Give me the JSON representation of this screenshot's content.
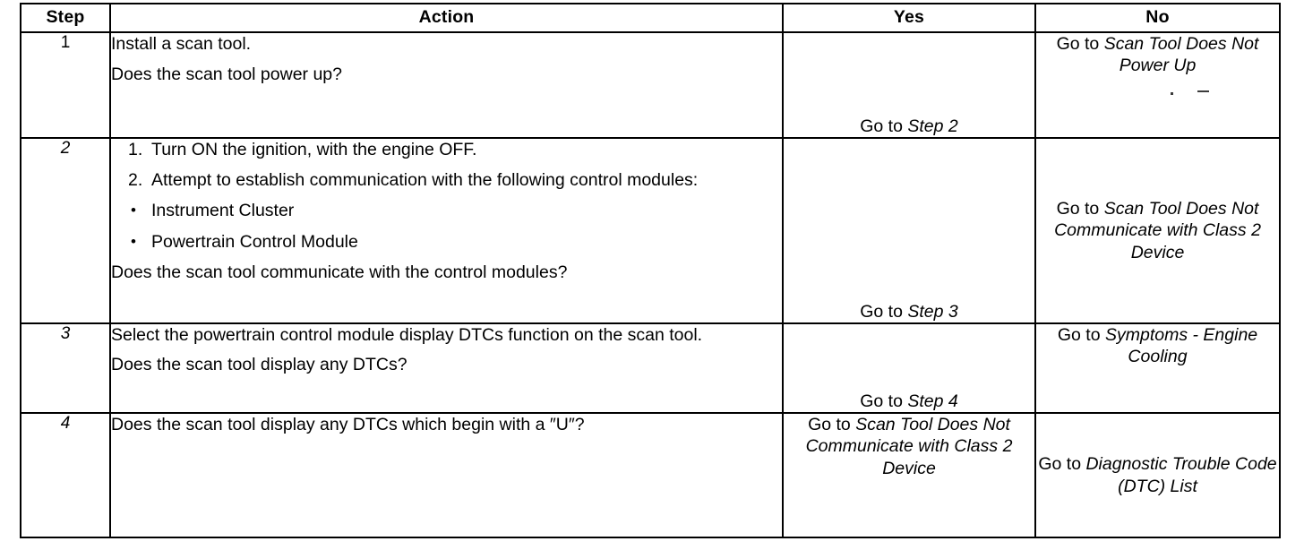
{
  "table": {
    "columns": [
      {
        "key": "step",
        "label": "Step"
      },
      {
        "key": "action",
        "label": "Action"
      },
      {
        "key": "yes",
        "label": "Yes"
      },
      {
        "key": "no",
        "label": "No"
      }
    ],
    "rows": [
      {
        "step": "1",
        "action_lines": [
          "Install a scan tool.",
          "Does the scan tool power up?"
        ],
        "yes": {
          "prefix": "Go to ",
          "ref": "Step 2"
        },
        "no": {
          "prefix": "Go to ",
          "ref": "Scan Tool Does Not Power Up"
        }
      },
      {
        "step": "2",
        "numbered": [
          {
            "marker": "1.",
            "text": "Turn ON the ignition, with the engine OFF."
          },
          {
            "marker": "2.",
            "text": "Attempt to establish communication with the following control modules:"
          }
        ],
        "bullets": [
          "Instrument Cluster",
          "Powertrain Control Module"
        ],
        "action_lines": [
          "Does the scan tool communicate with the control modules?"
        ],
        "yes": {
          "prefix": "Go to ",
          "ref": "Step 3"
        },
        "no": {
          "prefix": "Go to ",
          "ref": "Scan Tool Does Not Communicate with Class 2 Device"
        }
      },
      {
        "step": "3",
        "action_lines": [
          "Select the powertrain control module display DTCs function on the scan tool.",
          "Does the scan tool display any DTCs?"
        ],
        "yes": {
          "prefix": "Go to ",
          "ref": "Step 4"
        },
        "no": {
          "prefix": "Go to ",
          "ref": "Symptoms - Engine Cooling"
        }
      },
      {
        "step": "4",
        "action_lines": [
          "Does the scan tool display any DTCs which begin with a ″U″?"
        ],
        "yes": {
          "prefix": "Go to ",
          "ref": "Scan Tool Does Not Communicate with Class 2 Device"
        },
        "no": {
          "prefix": "Go to ",
          "ref": "Diagnostic Trouble Code (DTC) List"
        }
      }
    ]
  },
  "bullet_glyph": "•",
  "colors": {
    "ink": "#000000",
    "paper": "#ffffff"
  }
}
